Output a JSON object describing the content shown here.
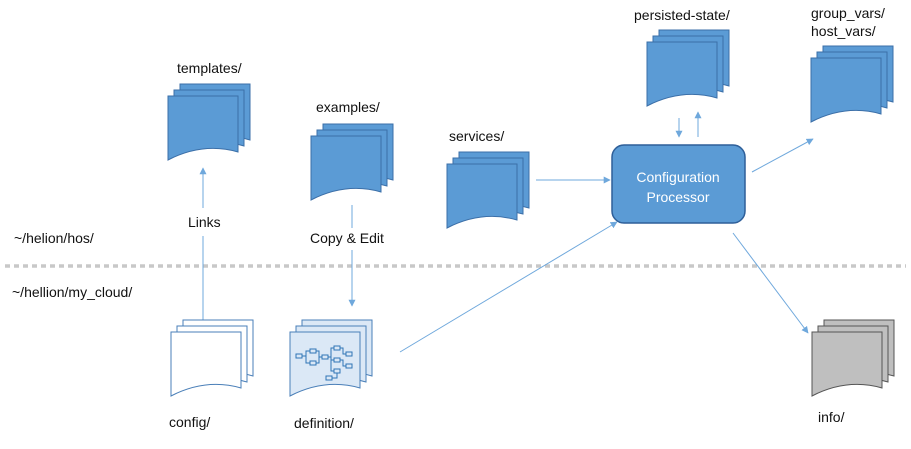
{
  "labels": {
    "templates": "templates/",
    "examples": "examples/",
    "services": "services/",
    "persisted_state": "persisted-state/",
    "group_vars": "group_vars/",
    "host_vars": "host_vars/",
    "info": "info/",
    "config": "config/",
    "definition": "definition/",
    "links": "Links",
    "copy_edit": "Copy & Edit",
    "hos_path": "~/helion/hos/",
    "my_cloud_path": "~/hellion/my_cloud/"
  },
  "processor": {
    "line1": "Configuration",
    "line2": "Processor"
  },
  "colors": {
    "blue_fill": "#5b9bd5",
    "blue_stroke": "#3b6fa8",
    "arrow": "#6fa8dc",
    "divider": "#c8c8c8",
    "gray_fill": "#bfbfbf",
    "definition_fill": "#dbe8f6"
  },
  "icons": {
    "document_stack": "document-stack-icon",
    "diagram": "diagram-icon"
  }
}
